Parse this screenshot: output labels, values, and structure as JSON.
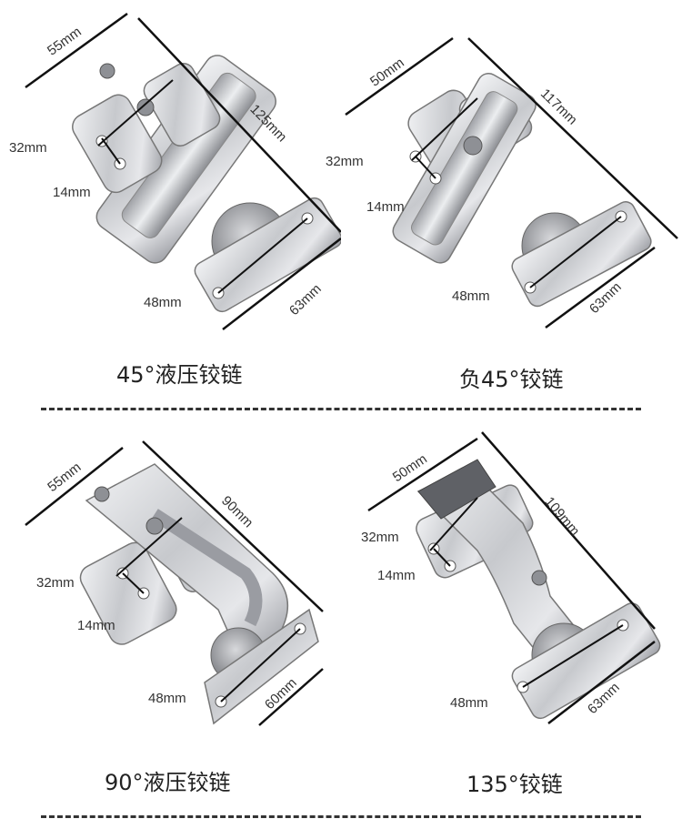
{
  "panels": [
    {
      "caption": "45°液压铰链",
      "dims": {
        "width": "55mm",
        "length": "125mm",
        "hole_spacing": "32mm",
        "hole_offset": "14mm",
        "cup_hole": "48mm",
        "plate": "63mm"
      }
    },
    {
      "caption": "负45°铰链",
      "dims": {
        "width": "50mm",
        "length": "117mm",
        "hole_spacing": "32mm",
        "hole_offset": "14mm",
        "cup_hole": "48mm",
        "plate": "63mm"
      }
    },
    {
      "caption": "90°液压铰链",
      "dims": {
        "width": "55mm",
        "length": "90mm",
        "hole_spacing": "32mm",
        "hole_offset": "14mm",
        "cup_hole": "48mm",
        "plate": "60mm"
      }
    },
    {
      "caption": "135°铰链",
      "dims": {
        "width": "50mm",
        "length": "109mm",
        "hole_spacing": "32mm",
        "hole_offset": "14mm",
        "cup_hole": "48mm",
        "plate": "63mm"
      }
    }
  ],
  "colors": {
    "metal_light": "#e2e3e6",
    "metal_mid": "#b6b8bd",
    "metal_dark": "#6e7076",
    "line": "#111111",
    "divider": "#333333"
  }
}
